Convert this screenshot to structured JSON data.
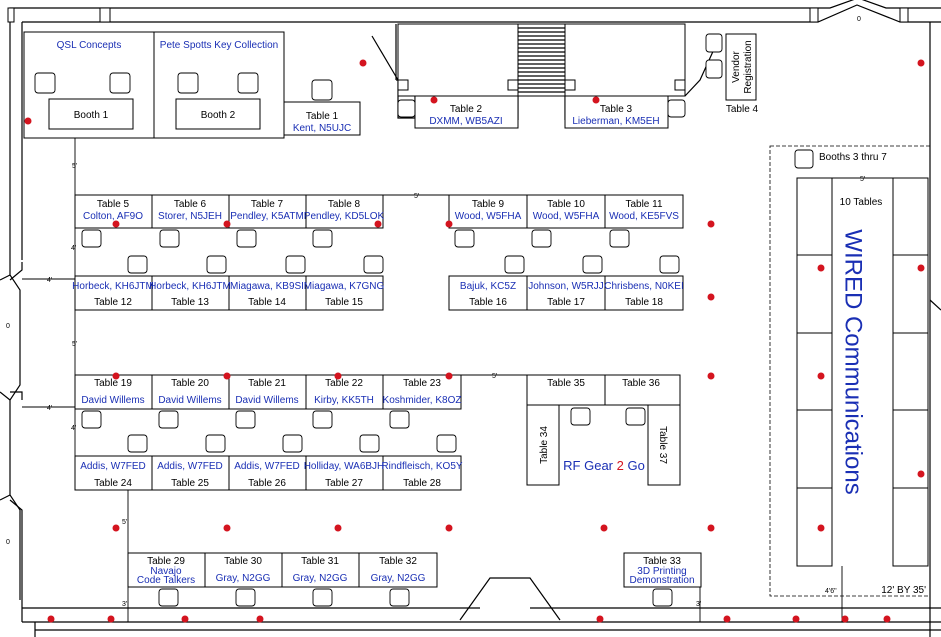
{
  "booths": {
    "b1_vendor": "QSL Concepts",
    "b1_label": "Booth 1",
    "b2_vendor": "Pete Spotts Key Collection",
    "b2_label": "Booth 2",
    "b3to7_label": "Booths 3 thru 7",
    "b3to7_tables": "10 Tables",
    "b3to7_size": "12' BY 35'",
    "b3to7_vendor": "WIRED Communications"
  },
  "tables": [
    {
      "label": "Table 1",
      "vendor": "Kent, N5UJC"
    },
    {
      "label": "Table 2",
      "vendor": "DXMM, WB5AZI"
    },
    {
      "label": "Table 3",
      "vendor": "Lieberman, KM5EH"
    },
    {
      "label": "Table 4",
      "vendor": ""
    },
    {
      "label": "Table 5",
      "vendor": "Colton, AF9O"
    },
    {
      "label": "Table 6",
      "vendor": "Storer, N5JEH"
    },
    {
      "label": "Table 7",
      "vendor": "Pendley, K5ATM"
    },
    {
      "label": "Table 8",
      "vendor": "Pendley, KD5LOK"
    },
    {
      "label": "Table 9",
      "vendor": "Wood, W5FHA"
    },
    {
      "label": "Table 10",
      "vendor": "Wood, W5FHA"
    },
    {
      "label": "Table 11",
      "vendor": "Wood, KE5FVS"
    },
    {
      "label": "Table 12",
      "vendor": "Horbeck, KH6JTM"
    },
    {
      "label": "Table 13",
      "vendor": "Horbeck, KH6JTM"
    },
    {
      "label": "Table 14",
      "vendor": "Miagawa, KB9SI"
    },
    {
      "label": "Table 15",
      "vendor": "Miagawa, K7GNG"
    },
    {
      "label": "Table 16",
      "vendor": "Bajuk, KC5Z"
    },
    {
      "label": "Table 17",
      "vendor": "Johnson, W5RJJ"
    },
    {
      "label": "Table 18",
      "vendor": "Chrisbens, N0KEI"
    },
    {
      "label": "Table 19",
      "vendor": "David Willems"
    },
    {
      "label": "Table 20",
      "vendor": "David Willems"
    },
    {
      "label": "Table 21",
      "vendor": "David Willems"
    },
    {
      "label": "Table 22",
      "vendor": "Kirby, KK5TH"
    },
    {
      "label": "Table 23",
      "vendor": "Koshmider, K8OZ"
    },
    {
      "label": "Table 24",
      "vendor": "Addis, W7FED"
    },
    {
      "label": "Table 25",
      "vendor": "Addis, W7FED"
    },
    {
      "label": "Table 26",
      "vendor": "Addis, W7FED"
    },
    {
      "label": "Table 27",
      "vendor": "Holliday, WA6BJH"
    },
    {
      "label": "Table 28",
      "vendor": "Rindfleisch, KO5Y"
    },
    {
      "label": "Table 29",
      "vendor": "Navajo"
    },
    {
      "label": "Table 30",
      "vendor": "Gray, N2GG"
    },
    {
      "label": "Table 31",
      "vendor": "Gray, N2GG"
    },
    {
      "label": "Table 32",
      "vendor": "Gray, N2GG"
    },
    {
      "label": "Table 33",
      "vendor": "3D Printing"
    },
    {
      "label": "Table 34",
      "vendor": ""
    },
    {
      "label": "Table 35",
      "vendor": ""
    },
    {
      "label": "Table 36",
      "vendor": ""
    },
    {
      "label": "Table 37",
      "vendor": ""
    }
  ],
  "extra": {
    "t29_line2": "Code Talkers",
    "t33_line2": "Demonstration",
    "vendor_reg_1": "Vendor",
    "vendor_reg_2": "Registration",
    "rf_1": "RF Gear ",
    "rf_2": "2",
    "rf_3": " Go",
    "small_mark": "0"
  },
  "dims": {
    "five_ft": "5'",
    "four_ft": "4'",
    "three_ft": "3'",
    "four_six": "4'6\""
  },
  "colors": {
    "vendor_text": "#1a2fb4",
    "outlet_dot": "#d4141f",
    "rf_accent": "#d4141f"
  }
}
